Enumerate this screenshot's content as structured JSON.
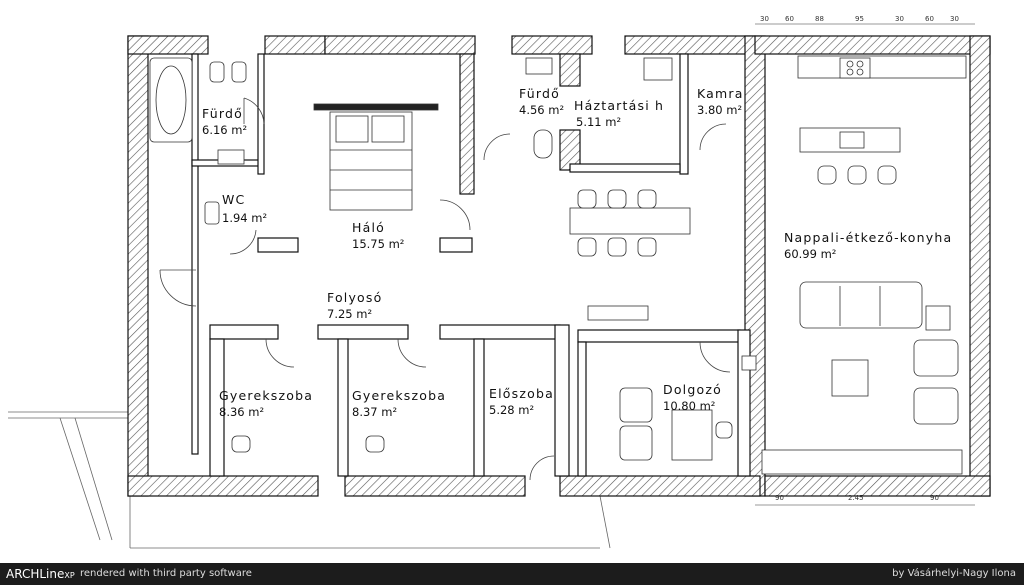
{
  "rooms": {
    "furdo1": {
      "name": "Fürdő",
      "area": "6.16 m²"
    },
    "wc": {
      "name": "WC",
      "area": "1.94 m²"
    },
    "halo": {
      "name": "Háló",
      "area": "15.75 m²"
    },
    "furdo2": {
      "name": "Fürdő",
      "area": "4.56 m²"
    },
    "haztartasi": {
      "name": "Háztartási h",
      "area": "5.11 m²"
    },
    "kamra": {
      "name": "Kamra",
      "area": "3.80 m²"
    },
    "nappali": {
      "name": "Nappali-étkező-konyha",
      "area": "60.99 m²"
    },
    "folyoso": {
      "name": "Folyosó",
      "area": "7.25 m²"
    },
    "gyerek1": {
      "name": "Gyerekszoba",
      "area": "8.36 m²"
    },
    "gyerek2": {
      "name": "Gyerekszoba",
      "area": "8.37 m²"
    },
    "eloszoba": {
      "name": "Előszoba",
      "area": "5.28 m²"
    },
    "dolgozo": {
      "name": "Dolgozó",
      "area": "10.80 m²"
    }
  },
  "dimensions": {
    "top": [
      "30",
      "60",
      "88",
      "95",
      "30",
      "60",
      "30"
    ],
    "bottom": [
      "90",
      "2.45",
      "90"
    ]
  },
  "footer": {
    "brand": "ARCHLine",
    "brand_suffix": "XP",
    "note": "rendered with third party software",
    "credit": "by Vásárhelyi-Nagy Ilona"
  }
}
